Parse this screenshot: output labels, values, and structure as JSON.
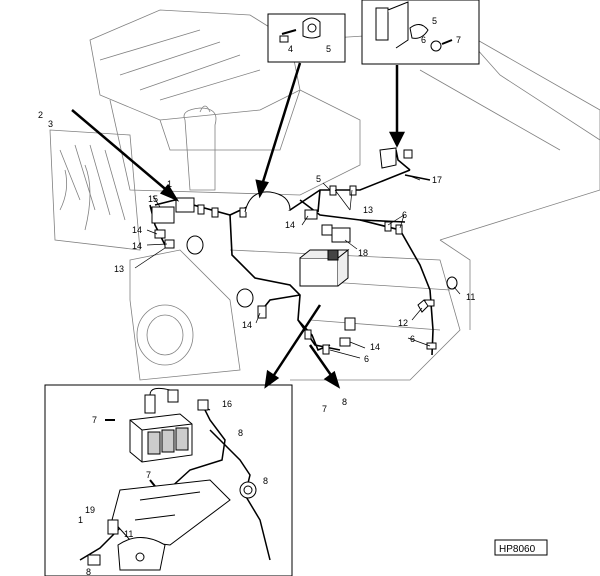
{
  "figure_code": "HP8060",
  "callouts": {
    "c1": "1",
    "c2": "2",
    "c3": "3",
    "c4": "4",
    "c5a": "5",
    "c5b": "5",
    "c5c": "5",
    "c6a": "6",
    "c6b": "6",
    "c6c": "6",
    "c6d": "6",
    "c7a": "7",
    "c7b": "7",
    "c7c": "7",
    "c7d": "7",
    "c8a": "8",
    "c8b": "8",
    "c8c": "8",
    "c8d": "8",
    "c11a": "11",
    "c11b": "11",
    "c12": "12",
    "c13a": "13",
    "c13b": "13",
    "c14a": "14",
    "c14b": "14",
    "c14c": "14",
    "c14d": "14",
    "c14e": "14",
    "c15": "15",
    "c16": "16",
    "c17": "17",
    "c18": "18",
    "c19": "19",
    "c1b": "1"
  },
  "colors": {
    "ink": "#000000",
    "faint": "#777777",
    "paper": "#ffffff"
  }
}
